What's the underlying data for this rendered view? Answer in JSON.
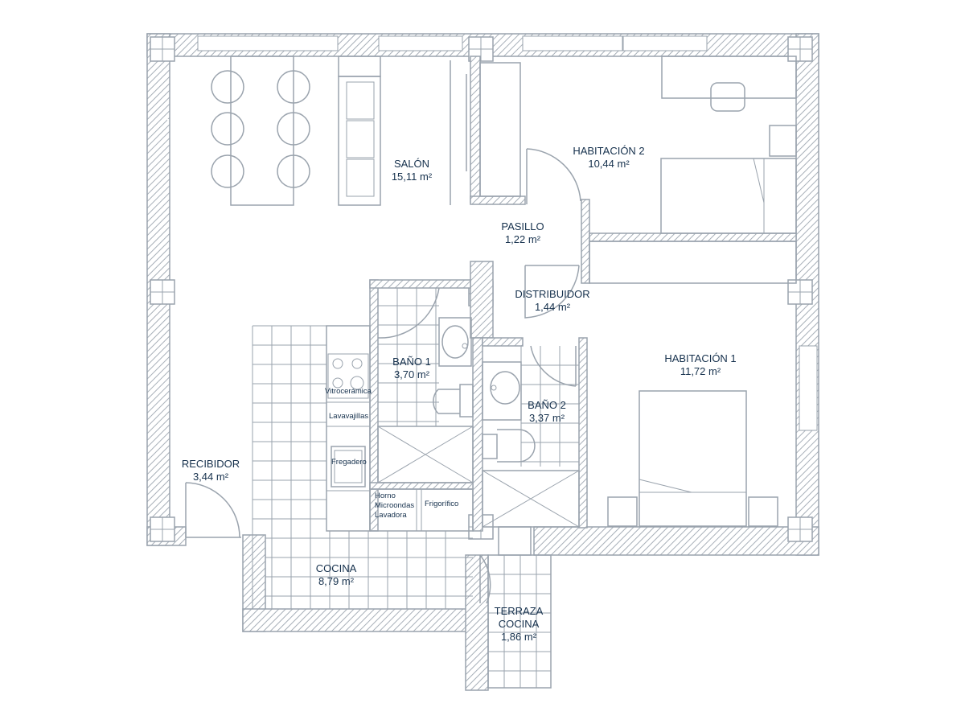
{
  "rooms": [
    {
      "id": "salon",
      "name": "SALÓN",
      "area": "15,11 m²"
    },
    {
      "id": "habitacion2",
      "name": "HABITACIÓN 2",
      "area": "10,44 m²"
    },
    {
      "id": "pasillo",
      "name": "PASILLO",
      "area": "1,22 m²"
    },
    {
      "id": "distribuidor",
      "name": "DISTRIBUIDOR",
      "area": "1,44 m²"
    },
    {
      "id": "bano1",
      "name": "BAÑO 1",
      "area": "3,70 m²"
    },
    {
      "id": "habitacion1",
      "name": "HABITACIÓN 1",
      "area": "11,72 m²"
    },
    {
      "id": "bano2",
      "name": "BAÑO 2",
      "area": "3,37 m²"
    },
    {
      "id": "recibidor",
      "name": "RECIBIDOR",
      "area": "3,44 m²"
    },
    {
      "id": "cocina",
      "name": "COCINA",
      "area": "8,79 m²"
    },
    {
      "id": "terraza",
      "name": "TERRAZA",
      "name2": "COCINA",
      "area": "1,86 m²"
    }
  ],
  "appliances": {
    "vitro": "Vitrocerámica",
    "lavavajillas": "Lavavajillas",
    "fregadero": "Fregadero",
    "horno": "Horno",
    "microondas": "Microondas",
    "lavadora": "Lavadora",
    "frigorifico": "Frigorífico"
  },
  "colors": {
    "line": "#9aa3ad",
    "text": "#16314d",
    "background": "#ffffff"
  }
}
